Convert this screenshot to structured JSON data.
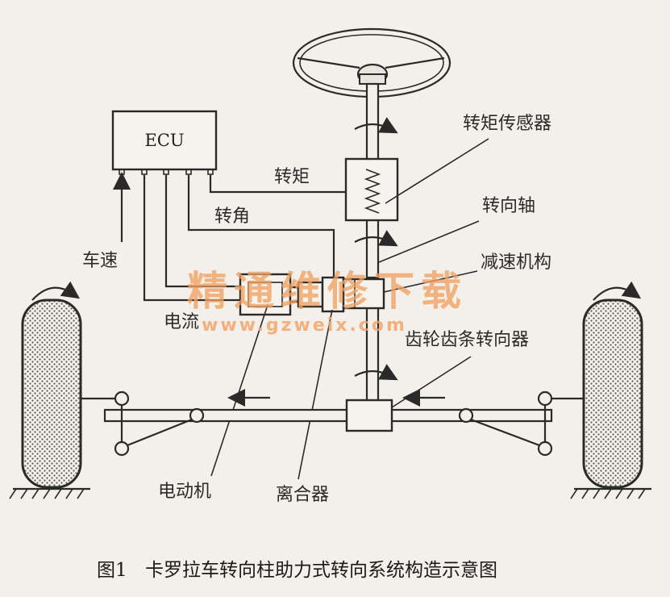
{
  "ecu": "ECU",
  "signals": {
    "torque": "转矩",
    "angle": "转角",
    "vehicle_speed": "车速",
    "current": "电流"
  },
  "components": {
    "torque_sensor": "转矩传感器",
    "steering_shaft": "转向轴",
    "reduction_mechanism": "减速机构",
    "rack_pinion": "齿轮齿条转向器",
    "motor": "电动机",
    "clutch": "离合器"
  },
  "watermark": {
    "title": "精通维修下载",
    "url": "www.gzweix.com"
  },
  "caption": {
    "number": "图1",
    "text": "卡罗拉车转向柱助力式转向系统构造示意图"
  }
}
